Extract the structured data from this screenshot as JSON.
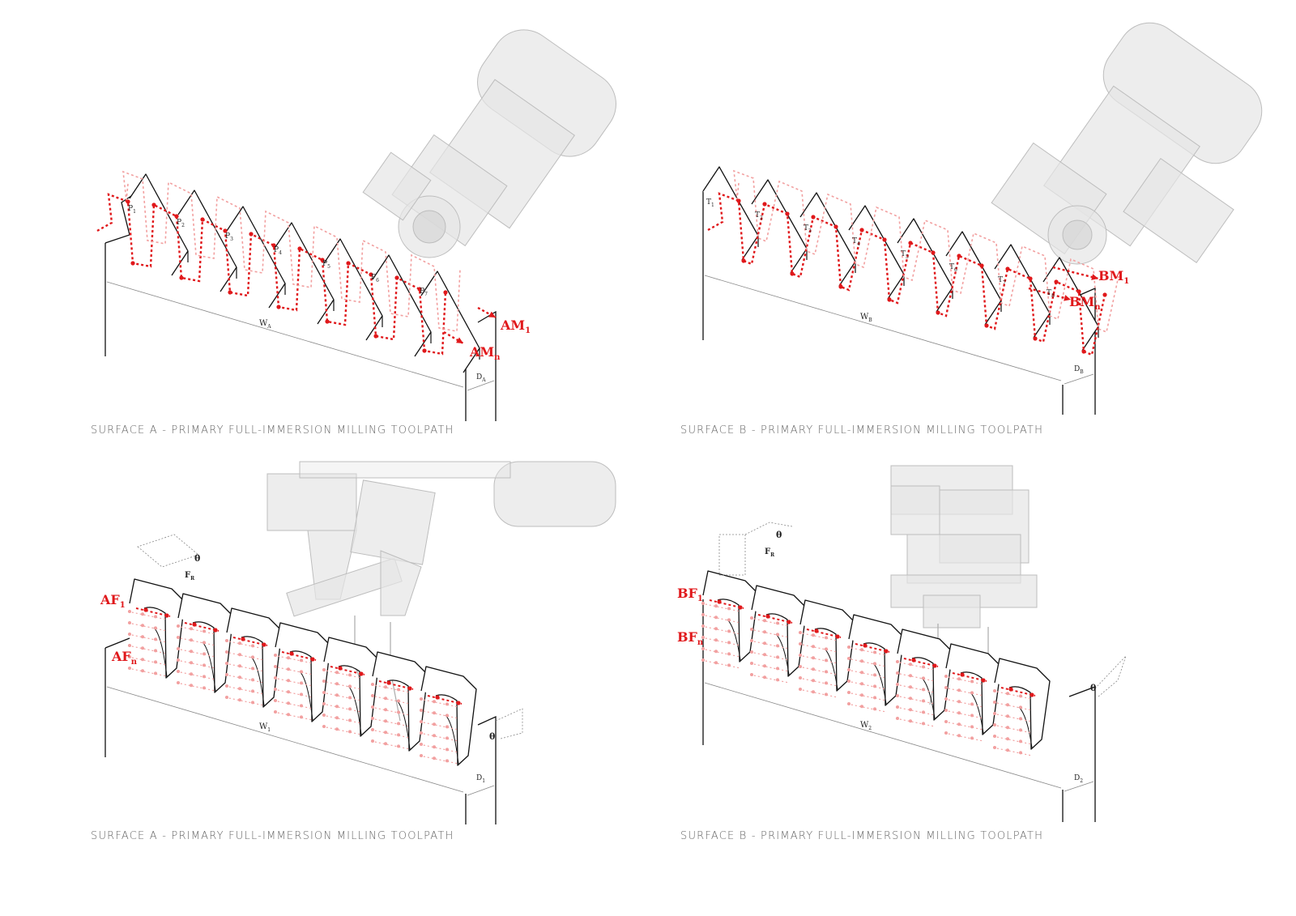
{
  "colors": {
    "accent": "#e0181b",
    "accent_light": "#f2a0a0",
    "machine": "#c8c8c8",
    "line": "#111111",
    "caption": "#666666"
  },
  "panels": [
    {
      "caption": "SURFACE A - PRIMARY FULL-IMMERSION MILLING TOOLPATH",
      "tooth_labels": [
        {
          "base": "P",
          "sub": "1"
        },
        {
          "base": "P",
          "sub": "2"
        },
        {
          "base": "P",
          "sub": "3"
        },
        {
          "base": "P",
          "sub": "4"
        },
        {
          "base": "P",
          "sub": "5"
        },
        {
          "base": "P",
          "sub": "6"
        },
        {
          "base": "P",
          "sub": "7"
        }
      ],
      "start": {
        "base": "AM",
        "sub": "1"
      },
      "end": {
        "base": "AM",
        "sub": "n"
      },
      "width": {
        "base": "W",
        "sub": "A"
      },
      "depth": {
        "base": "D",
        "sub": "A"
      }
    },
    {
      "caption": "SURFACE B - PRIMARY FULL-IMMERSION MILLING TOOLPATH",
      "tooth_labels": [
        {
          "base": "T",
          "sub": "1"
        },
        {
          "base": "T",
          "sub": "2"
        },
        {
          "base": "T",
          "sub": "3"
        },
        {
          "base": "T",
          "sub": "4"
        },
        {
          "base": "T",
          "sub": "5"
        },
        {
          "base": "T",
          "sub": "6"
        },
        {
          "base": "T",
          "sub": "7"
        },
        {
          "base": "T",
          "sub": "8"
        }
      ],
      "start": {
        "base": "BM",
        "sub": "1"
      },
      "end": {
        "base": "BM",
        "sub": "n"
      },
      "width": {
        "base": "W",
        "sub": "B"
      },
      "depth": {
        "base": "D",
        "sub": "B"
      }
    },
    {
      "caption": "SURFACE A - PRIMARY FULL-IMMERSION MILLING TOOLPATH",
      "start": {
        "base": "AF",
        "sub": "1"
      },
      "end": {
        "base": "AF",
        "sub": "n"
      },
      "width": {
        "base": "W",
        "sub": "1"
      },
      "depth": {
        "base": "D",
        "sub": "1"
      },
      "angle": "θ",
      "feed": {
        "base": "F",
        "sub": "R"
      }
    },
    {
      "caption": "SURFACE B - PRIMARY FULL-IMMERSION MILLING TOOLPATH",
      "start": {
        "base": "BF",
        "sub": "1"
      },
      "end": {
        "base": "BF",
        "sub": "n"
      },
      "width": {
        "base": "W",
        "sub": "2"
      },
      "depth": {
        "base": "D",
        "sub": "2"
      },
      "angle": "θ",
      "feed": {
        "base": "F",
        "sub": "R"
      }
    }
  ]
}
